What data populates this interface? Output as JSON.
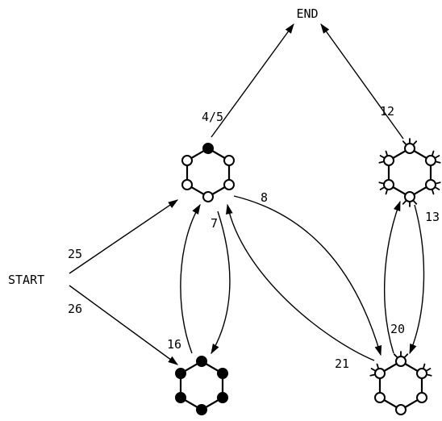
{
  "nodes": {
    "start": "START",
    "end": "END"
  },
  "edge_labels": {
    "e25": "25",
    "e26": "26",
    "e45": "4/5",
    "e12": "12",
    "e7": "7",
    "e8": "8",
    "e13": "13",
    "e16": "16",
    "e20": "20",
    "e21": "21"
  },
  "molecules": {
    "top_left": {
      "filled": [
        true,
        false,
        false,
        false,
        false,
        false
      ],
      "spoked": [
        false,
        false,
        false,
        false,
        false,
        false
      ]
    },
    "top_right": {
      "filled": [
        false,
        false,
        false,
        false,
        false,
        false
      ],
      "spoked": [
        true,
        true,
        true,
        true,
        true,
        true
      ]
    },
    "bottom_left": {
      "filled": [
        true,
        true,
        true,
        true,
        true,
        true
      ],
      "spoked": [
        false,
        false,
        false,
        false,
        false,
        false
      ]
    },
    "bottom_right": {
      "filled": [
        false,
        false,
        false,
        false,
        false,
        false
      ],
      "spoked": [
        true,
        true,
        false,
        false,
        false,
        true
      ]
    }
  }
}
